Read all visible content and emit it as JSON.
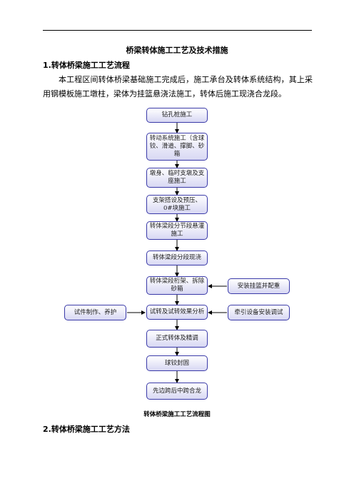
{
  "doc": {
    "title": "桥梁转体施工工艺及技术措施",
    "section1": "1.转体桥梁施工工艺流程",
    "paragraph": "本工程区间转体桥梁基础施工完成后，施工承台及转体系统结构，其上采用钢模板施工墩柱，梁体为挂篮悬浇法施工，转体后施工现浇合龙段。",
    "caption": "转体桥梁施工工艺流程图",
    "section2": "2.转体桥梁施工工艺方法"
  },
  "flow": {
    "steps": [
      "钻孔桩施工",
      "转动系统施工（含球铰、滑道、撑脚、砂箱",
      "墩身、临时支墩及支座施工",
      "支架搭设及预压、0#块施工",
      "转体梁段分节段悬灌施工",
      "转体梁段分段现浇",
      "转体梁段桁架、拆除砂箱",
      "试转及试转效果分析",
      "正式转体及精调",
      "球铰封固",
      "先边跨后中跨合龙"
    ],
    "side_right_1": "安装挂篮并配重",
    "side_right_2": "牵引设备安装调试",
    "side_left": "试件制作、养护"
  }
}
